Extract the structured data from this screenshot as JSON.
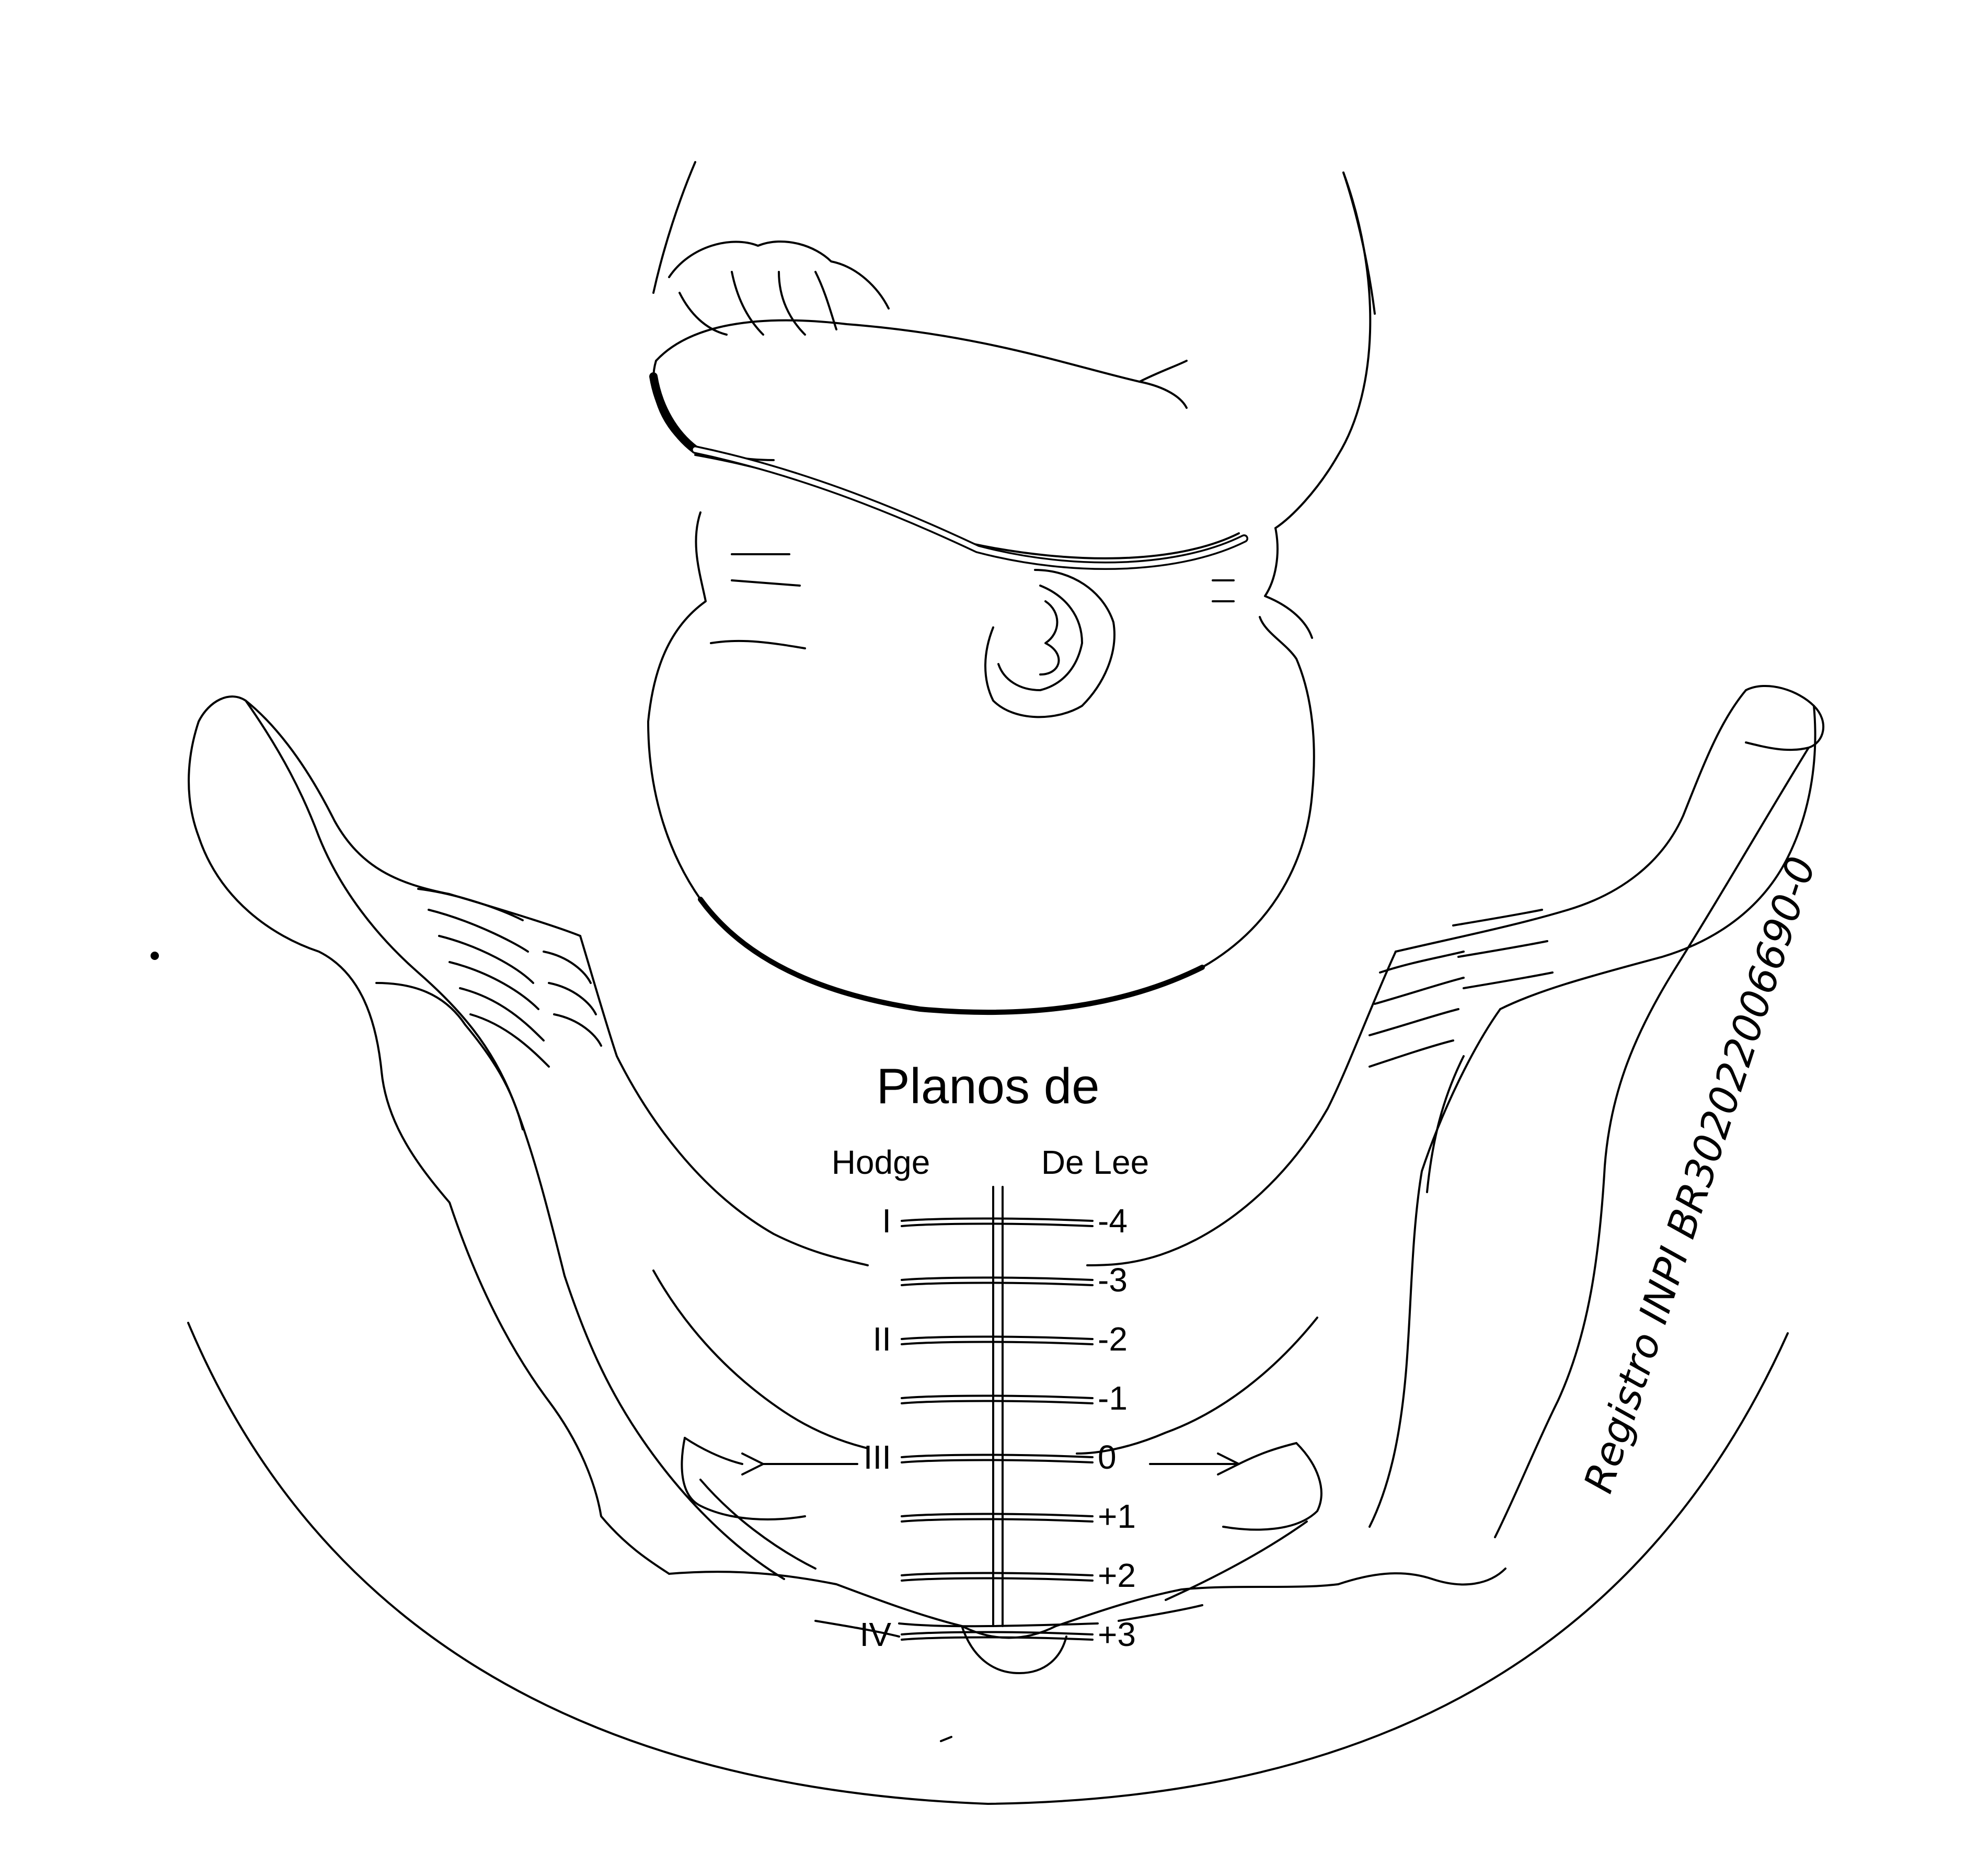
{
  "diagram": {
    "title": "Planos de",
    "hodge_header": "Hodge",
    "delee_header": "De Lee",
    "hodge_planes": [
      "I",
      "II",
      "III",
      "IV"
    ],
    "delee_stations": [
      "-4",
      "-3",
      "-2",
      "-1",
      "0",
      "+1",
      "+2",
      "+3"
    ],
    "registration": "Registro INPI BR302022006690-0"
  },
  "icons": {
    "fetus": "fetus-illustration-icon",
    "pelvis": "pelvis-illustration-icon"
  }
}
